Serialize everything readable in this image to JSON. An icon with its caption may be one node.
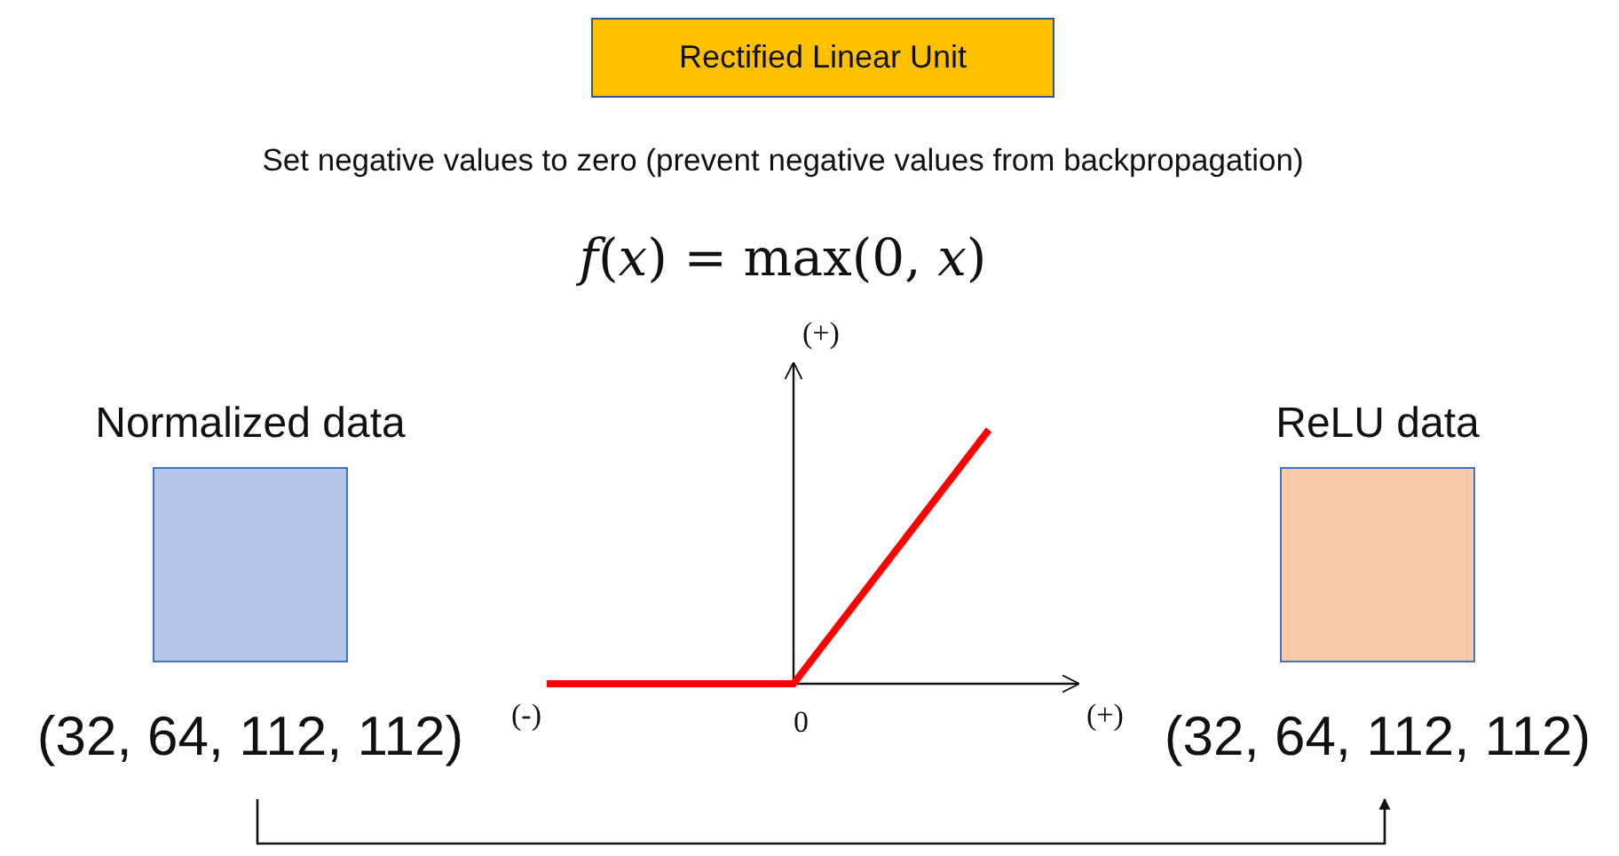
{
  "diagram": {
    "nodes": [
      {
        "text": [
          "Rectified Linear Unit"
        ]
      },
      {
        "text": [
          "Normalized data"
        ],
        "beside": [
          "(32, 64, 112, 112)"
        ]
      },
      {
        "text": [
          "ReLU data"
        ],
        "beside": [
          "(32, 64, 112, 112)"
        ]
      }
    ],
    "edges": [
      {
        "from": 1,
        "to": 2,
        "arrow": "to"
      }
    ],
    "labels": [
      "Set negative values to zero (prevent negative values from backpropagation)",
      "*f*(*x*) = max(0, *x*)",
      "(+)",
      "(-)",
      "0",
      "(+)"
    ]
  }
}
